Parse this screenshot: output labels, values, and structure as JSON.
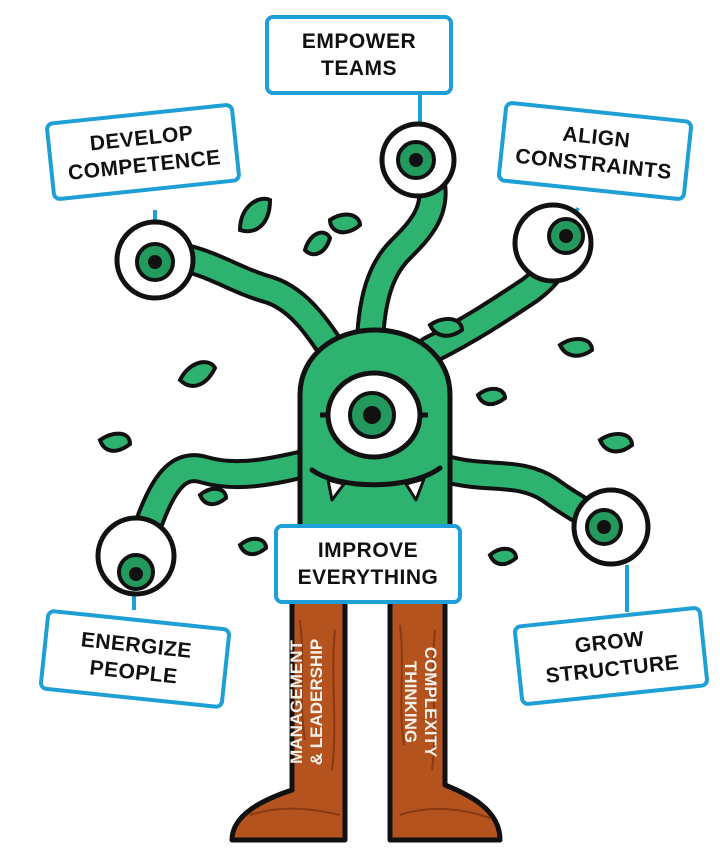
{
  "diagram": {
    "center_label": "IMPROVE\nEVERYTHING",
    "nodes": [
      {
        "id": "empower",
        "label": "EMPOWER\nTEAMS"
      },
      {
        "id": "develop",
        "label": "DEVELOP\nCOMPETENCE"
      },
      {
        "id": "align",
        "label": "ALIGN\nCONSTRAINTS"
      },
      {
        "id": "energize",
        "label": "ENERGIZE\nPEOPLE"
      },
      {
        "id": "grow",
        "label": "GROW\nSTRUCTURE"
      }
    ],
    "legs": [
      {
        "id": "left",
        "label": "MANAGEMENT\n& LEADERSHIP"
      },
      {
        "id": "right",
        "label": "COMPLEXITY\nTHINKING"
      }
    ]
  },
  "colors": {
    "monster_green": "#2db36f",
    "outline": "#111111",
    "box_border": "#1e9fd6",
    "leg_brown": "#b5531f",
    "leg_line": "#8a3a12",
    "eye_iris": "#23995e"
  }
}
